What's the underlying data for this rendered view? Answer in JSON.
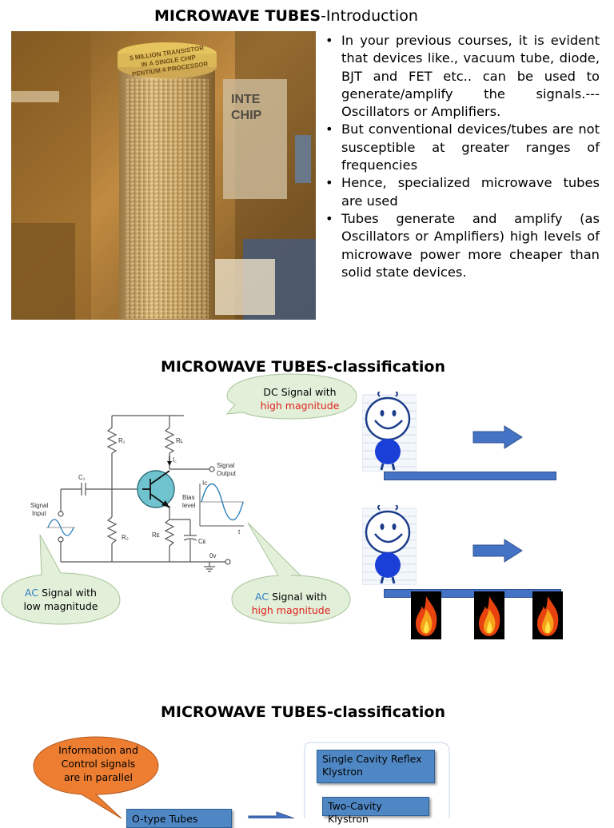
{
  "slide1": {
    "title_bold": "MICROWAVE TUBES",
    "title_rest": "-Introduction",
    "photo": {
      "sign_lines": [
        "5 MILLION TRANSISTOR",
        "IN A SINGLE CHIP",
        "PENTIUM 4 PROCESSOR"
      ],
      "wall_text": [
        "INTE",
        "CHIP"
      ]
    },
    "bullets": [
      "In your previous courses, it is evident that devices like., vacuum tube, diode, BJT and FET etc.. can be used to generate/amplify the signals.--- Oscillators or Amplifiers.",
      "But conventional devices/tubes are not susceptible at greater ranges of frequencies",
      "Hence, specialized microwave tubes are used",
      "Tubes generate and amplify (as Oscillators or Amplifiers) high levels of microwave power more cheaper than solid state devices."
    ],
    "bullet_glyph": "•"
  },
  "slide2": {
    "title": "MICROWAVE TUBES-classification",
    "bubble_dc": {
      "line1": "DC Signal with",
      "line2": "high magnitude"
    },
    "bubble_ac_low": {
      "prefix": "AC",
      "line1_rest": " Signal with",
      "line2": "low magnitude"
    },
    "bubble_ac_high": {
      "prefix": "AC",
      "line1_rest": " Signal with",
      "line2": "high magnitude"
    },
    "circuit": {
      "r1": "R₁",
      "rl": "Rʟ",
      "ic_top": "I꜀",
      "c1": "C₁",
      "signal_input": [
        "Signal",
        "Input"
      ],
      "signal_output": [
        "Signal",
        "Output"
      ],
      "ic_graph": "Iᴄ",
      "bias": [
        "Bias",
        "level"
      ],
      "t": "t",
      "r2": "R₂",
      "re": "Rᴇ",
      "ce": "Cᴇ",
      "zero_v": "0v"
    }
  },
  "slide3": {
    "title": "MICROWAVE TUBES-classification",
    "bubble": [
      "Information and",
      "Control signals",
      "are in parallel"
    ],
    "boxes": {
      "reflex": [
        "Single Cavity Reflex",
        "Klystron"
      ],
      "two_cavity": "Two-Cavity Klystron",
      "o_type": "O-type Tubes"
    }
  },
  "colors": {
    "bubble_fill": "#e2efd9",
    "orange_bubble": "#ed7d31",
    "arrow_blue": "#4472c4",
    "box_blue": "#4f87c5",
    "ac_blue": "#2f7fc1",
    "high_red": "#e0211d"
  }
}
